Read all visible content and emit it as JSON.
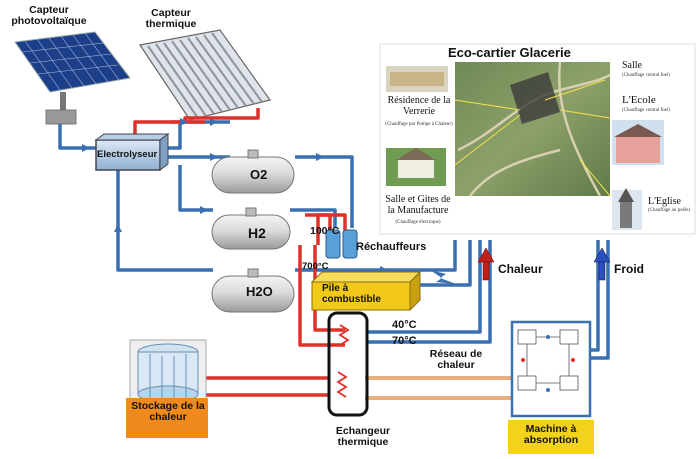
{
  "labels": {
    "pv_panel": "Capteur photovoltaïque",
    "thermal_panel": "Capteur thermique",
    "electrolyser": "Electrolyseur",
    "tank_o2": "O2",
    "tank_h2": "H2",
    "tank_h2o": "H2O",
    "temp_100": "100°C",
    "temp_700": "700°C",
    "heaters": "Réchauffeurs",
    "fuel_cell": "Pile à combustible",
    "temp_40": "40°C",
    "temp_70": "70°C",
    "heat_network": "Réseau de chaleur",
    "heat": "Chaleur",
    "cold": "Froid",
    "storage": "Stockage de la chaleur",
    "exchanger": "Echangeur thermique",
    "absorption": "Machine à absorption"
  },
  "map": {
    "title": "Eco-cartier Glacerie",
    "residence": "Résidence de la Verrerie",
    "residence_note": "(Chauffage par Pompe à Chaleur)",
    "salle_gites": "Salle et Gites de la Manufacture",
    "salle_gites_note": "(Chauffage électrique)",
    "salle": "Salle",
    "salle_note": "(Chauffage central fuel)",
    "ecole": "L'Ecole",
    "ecole_note": "(Chauffage central fuel)",
    "eglise": "L'Eglise",
    "eglise_note": "(Chauffage au poêle)"
  },
  "colors": {
    "hot_pipe": "#e0302a",
    "cold_pipe": "#3a6fb0",
    "warm_pipe": "#e8b080",
    "fuel_cell": "#f2c81a",
    "storage": "#f08a1c",
    "absorption_box": "#f2d21a"
  }
}
